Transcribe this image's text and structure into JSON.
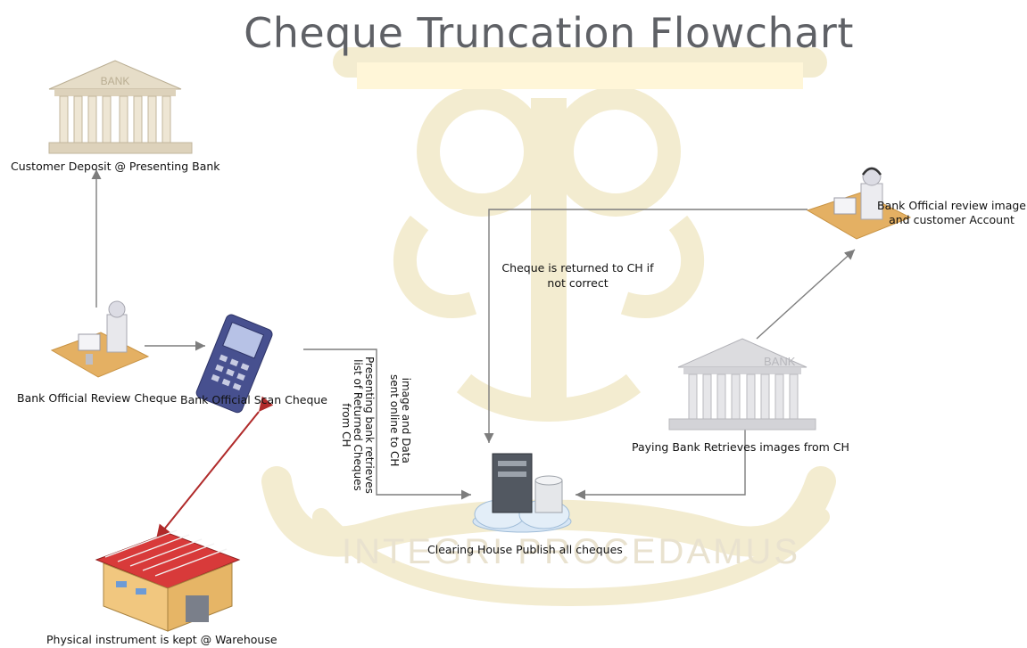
{
  "title": "Cheque Truncation Flowchart",
  "watermark": {
    "motto": "INTEGRI PROCEDAMUS"
  },
  "nodes": {
    "customer_deposit": "Customer Deposit @ Presenting Bank",
    "review_cheque": "Bank Official Review Cheque",
    "scan_cheque": "Bank Official Scan Cheque",
    "clearing_house": "Clearing House Publish all cheques",
    "paying_bank": "Paying Bank Retrieves images from CH",
    "review_image_line1": "Bank Official review image",
    "review_image_line2": "and customer Account",
    "warehouse": "Physical instrument is kept @ Warehouse"
  },
  "edges": {
    "returned_line1": "Cheque is returned to CH if",
    "returned_line2": "not correct",
    "sent_line1": "image and Data",
    "sent_line2": "sent online to CH",
    "retrieve_line1": "Presenting bank retrieves",
    "retrieve_line2": "list of Returned Cheques",
    "retrieve_line3": "from CH"
  },
  "colors": {
    "watermark": "#f3eed3",
    "watermark_text": "#e8e0cc",
    "connector": "#7d7d7d",
    "warehouse_link": "#b02a2a"
  }
}
